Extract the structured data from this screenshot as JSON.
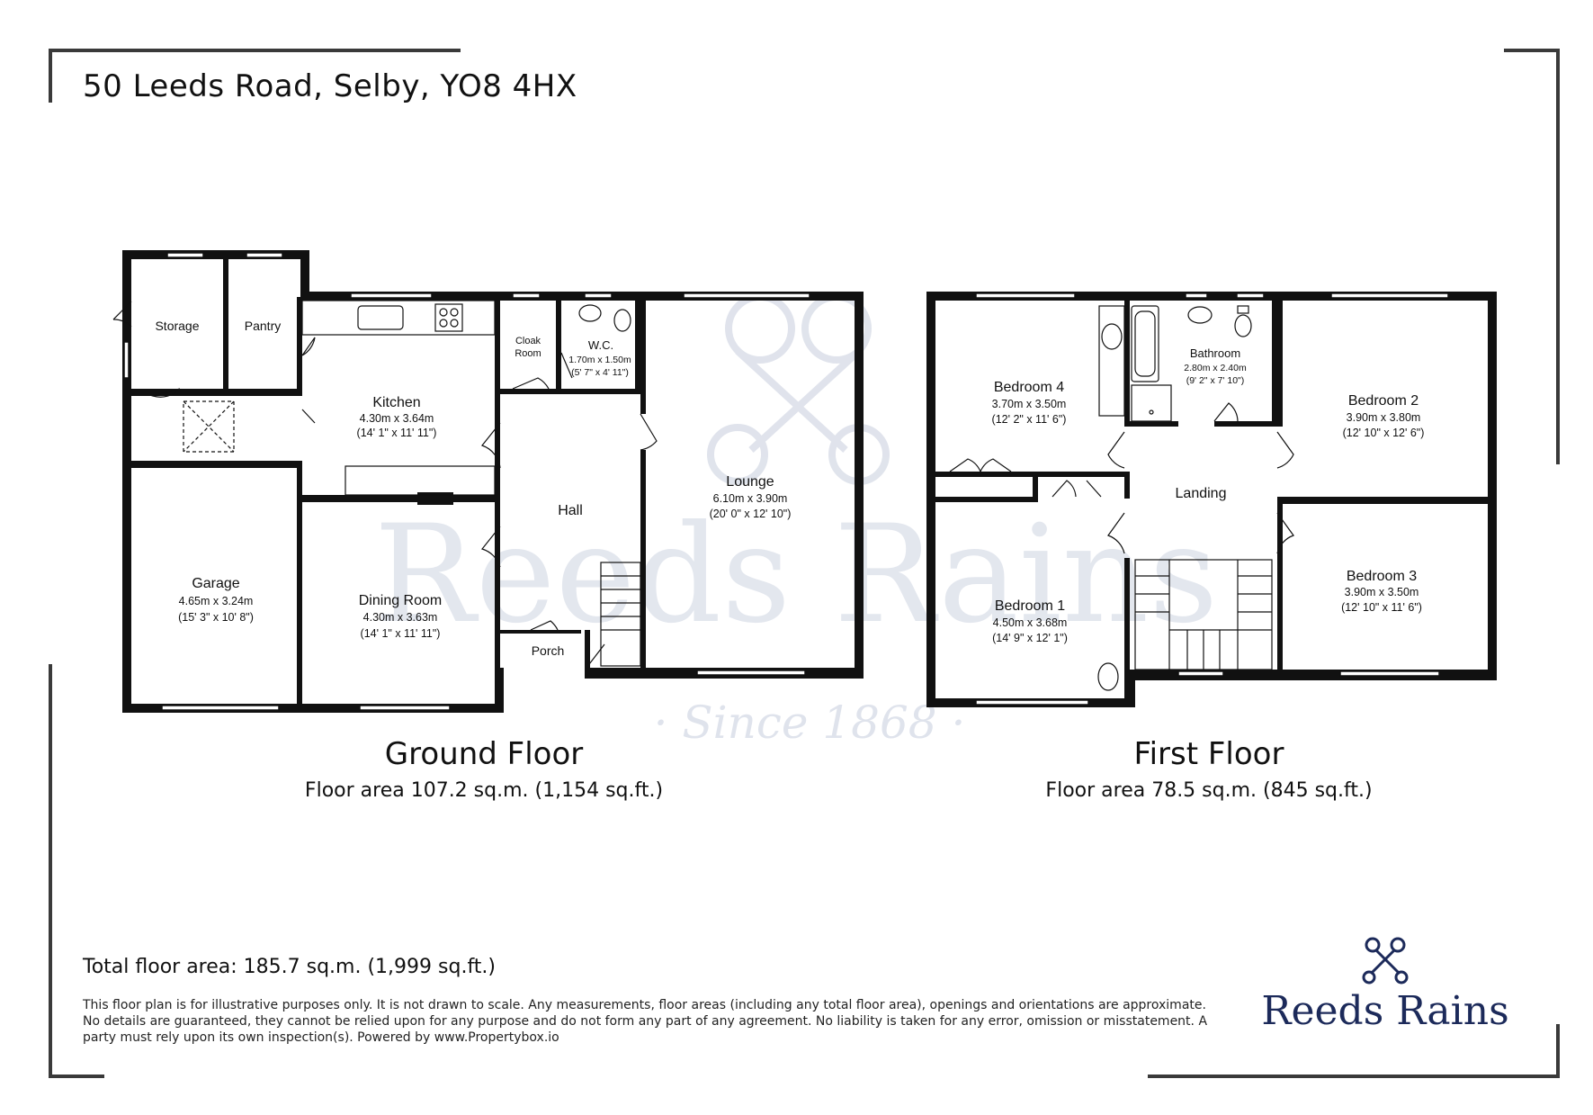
{
  "header": {
    "address": "50 Leeds Road, Selby, YO8 4HX"
  },
  "watermark": {
    "brand": "Reeds Rains",
    "since": "· Since 1868 ·"
  },
  "ground_floor": {
    "title": "Ground Floor",
    "area": "Floor area 107.2 sq.m. (1,154 sq.ft.)",
    "rooms": {
      "storage": {
        "name": "Storage"
      },
      "pantry": {
        "name": "Pantry"
      },
      "kitchen": {
        "name": "Kitchen",
        "dim_m": "4.30m x 3.64m",
        "dim_ft": "(14' 1\" x 11' 11\")"
      },
      "cloak": {
        "name_1": "Cloak",
        "name_2": "Room"
      },
      "wc": {
        "name": "W.C.",
        "dim_m": "1.70m x 1.50m",
        "dim_ft": "(5' 7\" x 4' 11\")"
      },
      "lounge": {
        "name": "Lounge",
        "dim_m": "6.10m x 3.90m",
        "dim_ft": "(20' 0\" x 12' 10\")"
      },
      "hall": {
        "name": "Hall"
      },
      "garage": {
        "name": "Garage",
        "dim_m": "4.65m x 3.24m",
        "dim_ft": "(15' 3\" x 10' 8\")"
      },
      "dining": {
        "name": "Dining Room",
        "dim_m": "4.30m x 3.63m",
        "dim_ft": "(14' 1\" x 11' 11\")"
      },
      "porch": {
        "name": "Porch"
      }
    }
  },
  "first_floor": {
    "title": "First Floor",
    "area": "Floor area 78.5 sq.m. (845 sq.ft.)",
    "rooms": {
      "bedroom4": {
        "name": "Bedroom 4",
        "dim_m": "3.70m x 3.50m",
        "dim_ft": "(12' 2\" x 11' 6\")"
      },
      "bathroom": {
        "name": "Bathroom",
        "dim_m": "2.80m x 2.40m",
        "dim_ft": "(9' 2\" x 7' 10\")"
      },
      "bedroom2": {
        "name": "Bedroom 2",
        "dim_m": "3.90m x 3.80m",
        "dim_ft": "(12' 10\" x 12' 6\")"
      },
      "landing": {
        "name": "Landing"
      },
      "bedroom1": {
        "name": "Bedroom 1",
        "dim_m": "4.50m x 3.68m",
        "dim_ft": "(14' 9\" x 12' 1\")"
      },
      "bedroom3": {
        "name": "Bedroom 3",
        "dim_m": "3.90m x 3.50m",
        "dim_ft": "(12' 10\" x 11' 6\")"
      }
    }
  },
  "footer": {
    "total": "Total floor area: 185.7 sq.m. (1,999 sq.ft.)",
    "disclaimer": "This floor plan is for illustrative purposes only. It is not drawn to scale. Any measurements, floor areas (including any total floor area), openings and orientations are approximate. No details are guaranteed, they cannot be relied upon for any purpose and do not form any part of any agreement. No liability is taken for any error, omission or misstatement. A party must rely upon its own inspection(s). Powered by www.Propertybox.io",
    "logo_text": "Reeds Rains",
    "logo_icon": "crossed-keys-icon"
  },
  "colors": {
    "wall": "#111111",
    "frame": "#3a3a3a",
    "brand": "#1c2a5a",
    "watermark": "#d8dce8"
  }
}
